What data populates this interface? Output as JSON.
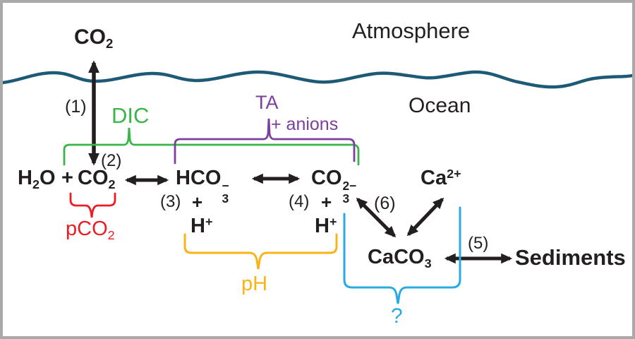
{
  "figure": {
    "region_labels": {
      "atmosphere": "Atmosphere",
      "ocean": "Ocean"
    },
    "co2_gas": {
      "base": "CO",
      "sub": "2"
    },
    "step_labels": {
      "s1": "(1)",
      "s2": "(2)",
      "s3": "(3)",
      "s4": "(4)",
      "s5": "(5)",
      "s6": "(6)"
    },
    "dic_label": "DIC",
    "ta_label": "TA",
    "anions_label": "+ anions",
    "equation": {
      "h2o": {
        "h": "H",
        "sub": "2",
        "o": "O"
      },
      "plus1": "+",
      "co2": {
        "base": "CO",
        "sub": "2"
      },
      "hco3": {
        "base": "HCO",
        "sub": "3",
        "sup": "−"
      },
      "co3": {
        "base": "CO",
        "sub": "3",
        "sup": "2−"
      },
      "plus3": "+",
      "plus4": "+",
      "hplus_left": {
        "base": "H",
        "sup": "+"
      },
      "hplus_right": {
        "base": "H",
        "sup": "+"
      },
      "ca": {
        "base": "Ca",
        "sup": "2+"
      },
      "caco3": {
        "base": "CaCO",
        "sub": "3"
      }
    },
    "pco2_label": {
      "base": "pCO",
      "sub": "2"
    },
    "ph_label": "pH",
    "question_label": "?",
    "sediments_label": "Sediments",
    "colors": {
      "dic_green": "#39b54a",
      "ta_purple": "#7d3f9d",
      "pco2_red": "#ed1c24",
      "ph_yellow": "#fbb316",
      "question_cyan": "#29abe2",
      "ocean_surface_line": "#1d5a75",
      "ink_black": "#231f20",
      "frame_gray": "#a9a9a9"
    }
  }
}
